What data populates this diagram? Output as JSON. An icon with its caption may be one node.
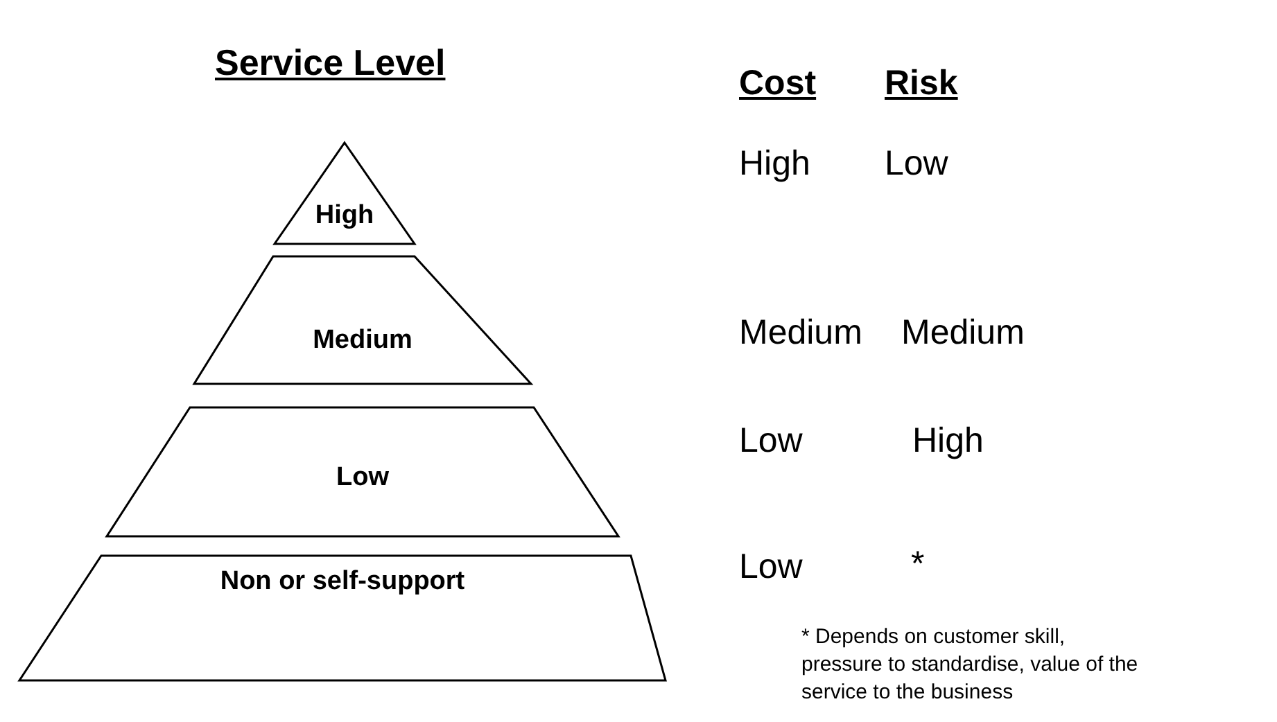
{
  "diagram": {
    "title": "Service Level",
    "nodes": [
      {
        "text": [
          "High"
        ]
      },
      {
        "text": [
          "Medium"
        ]
      },
      {
        "text": [
          "Low"
        ]
      },
      {
        "text": [
          "Non or self-support"
        ]
      }
    ],
    "labels": [
      "Cost",
      "Risk",
      "High",
      "Low",
      "Medium",
      "Medium",
      "Low",
      "High",
      "Low",
      "*",
      "* Depends on customer skill, pressure to standardise, value of the service to the business"
    ]
  }
}
